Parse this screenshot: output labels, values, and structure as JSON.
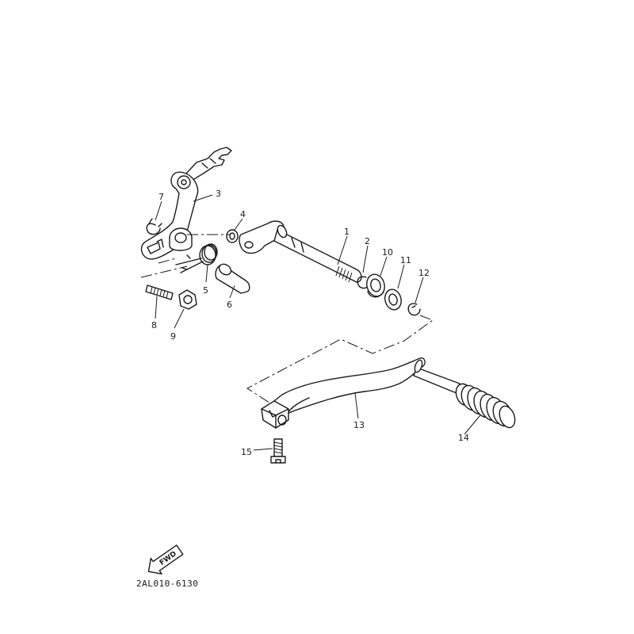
{
  "diagram": {
    "code": "2AL010-6130",
    "fwd_label": "FWD",
    "callouts": {
      "c1": "1",
      "c2": "2",
      "c3": "3",
      "c4": "4",
      "c5": "5",
      "c6": "6",
      "c7": "7",
      "c8": "8",
      "c9": "9",
      "c10": "10",
      "c11": "11",
      "c12": "12",
      "c13": "13",
      "c14": "14",
      "c15": "15"
    }
  }
}
